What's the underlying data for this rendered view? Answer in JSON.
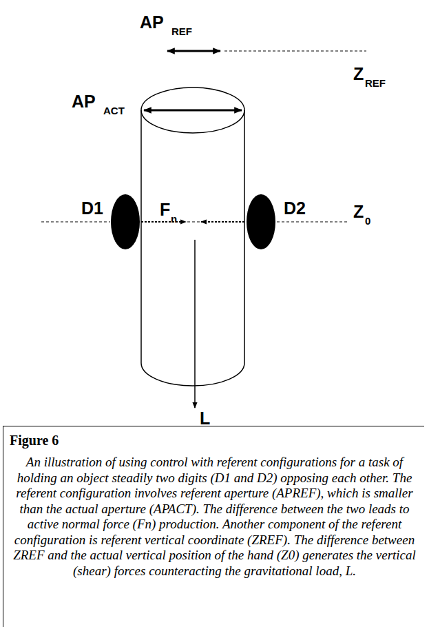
{
  "diagram": {
    "title": "Figure 6",
    "caption": "An illustration of using control with referent configurations for a task of holding an object steadily two digits (D1 and D2) opposing each other. The referent configuration involves referent aperture (APREF), which is smaller than the actual aperture (APACT). The difference between the two leads to active normal force (Fn) production. Another component of the referent configuration is referent vertical coordinate (ZREF). The difference between ZREF and the actual vertical position of the hand (Z0) generates the vertical (shear) forces counteracting the gravitational load, L.",
    "labels": [
      "AP",
      "REF",
      "AP",
      "ACT",
      "Z",
      "REF",
      "D1",
      "D2",
      "F",
      "n",
      "Z",
      "0",
      "L"
    ]
  }
}
